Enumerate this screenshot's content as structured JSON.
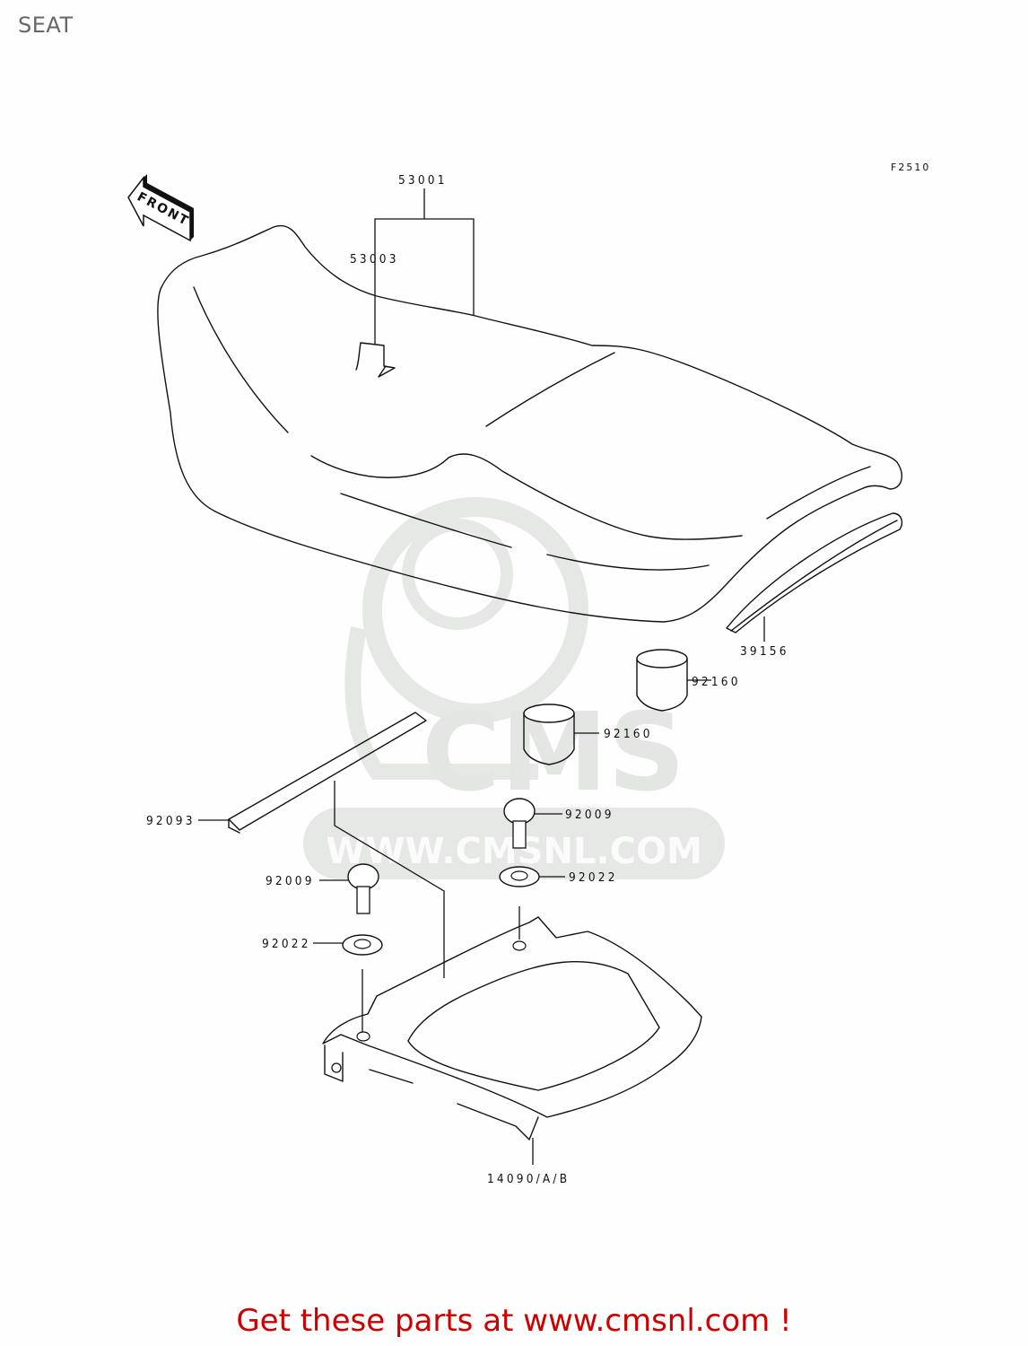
{
  "page": {
    "title": "SEAT",
    "figure_ref": "F2510",
    "footer_text": "Get these parts at www.cmsnl.com !",
    "footer_color": "#cc0000"
  },
  "orientation": {
    "arrow_label": "FRONT"
  },
  "watermark": {
    "logo_text": "CMS",
    "url_text": "WWW.CMSNL.COM",
    "color": "#e4e6e4"
  },
  "parts": [
    {
      "id": "seat-assy",
      "number": "53001"
    },
    {
      "id": "seat-decal",
      "number": "53003"
    },
    {
      "id": "seat-rear-pad",
      "number": "39156"
    },
    {
      "id": "damper-upper",
      "number": "92160"
    },
    {
      "id": "damper-lower",
      "number": "92160"
    },
    {
      "id": "strip",
      "number": "92093"
    },
    {
      "id": "bolt-right",
      "number": "92009"
    },
    {
      "id": "washer-right",
      "number": "92022"
    },
    {
      "id": "bolt-left",
      "number": "92009"
    },
    {
      "id": "washer-left",
      "number": "92022"
    },
    {
      "id": "seat-base",
      "number": "14090/A/B"
    }
  ]
}
